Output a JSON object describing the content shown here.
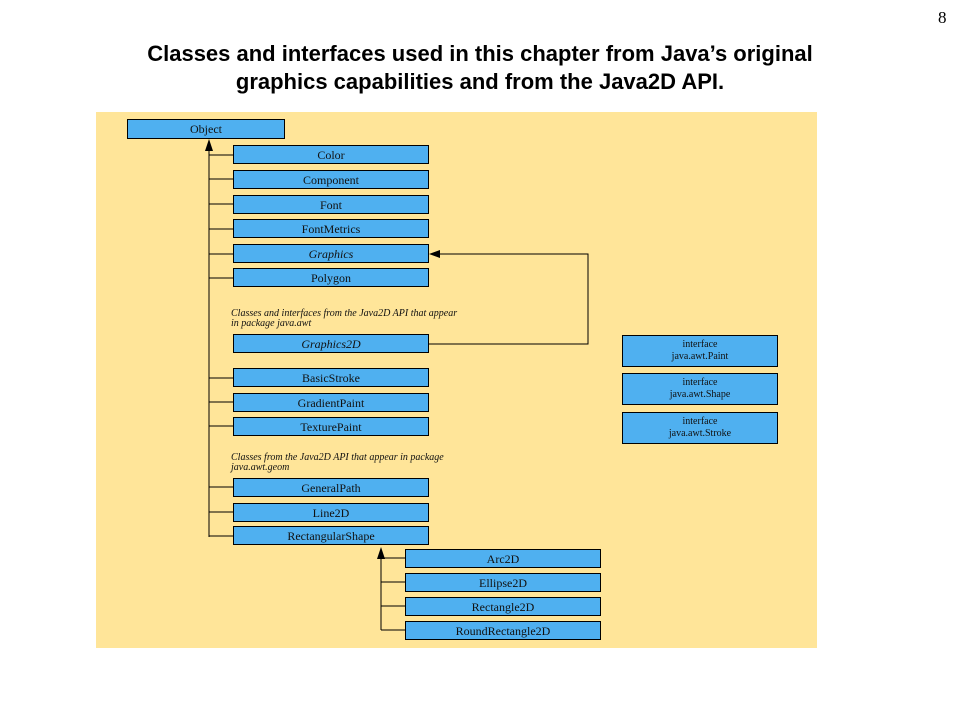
{
  "slide": {
    "page_number": "8",
    "title_line1": "Classes and interfaces used in this chapter from Java’s original",
    "title_line2": "graphics capabilities and from the Java2D API."
  },
  "diagram": {
    "root": "Object",
    "awt_classes": [
      "Color",
      "Component",
      "Font",
      "FontMetrics",
      "Graphics",
      "Polygon"
    ],
    "java2d_note_line1": "Classes and interfaces from the Java2D API that appear",
    "java2d_note_line2": "in package java.awt",
    "java2d_classes": [
      "Graphics2D",
      "BasicStroke",
      "GradientPaint",
      "TexturePaint"
    ],
    "geom_note_line1": "Classes from the Java2D API that appear in package",
    "geom_note_line2": "java.awt.geom",
    "geom_classes": [
      "GeneralPath",
      "Line2D",
      "RectangularShape"
    ],
    "rectangular_subclasses": [
      "Arc2D",
      "Ellipse2D",
      "Rectangle2D",
      "RoundRectangle2D"
    ],
    "interfaces": [
      {
        "line1": "interface",
        "line2": "java.awt.Paint"
      },
      {
        "line1": "interface",
        "line2": "java.awt.Shape"
      },
      {
        "line1": "interface",
        "line2": "java.awt.Stroke"
      }
    ]
  }
}
